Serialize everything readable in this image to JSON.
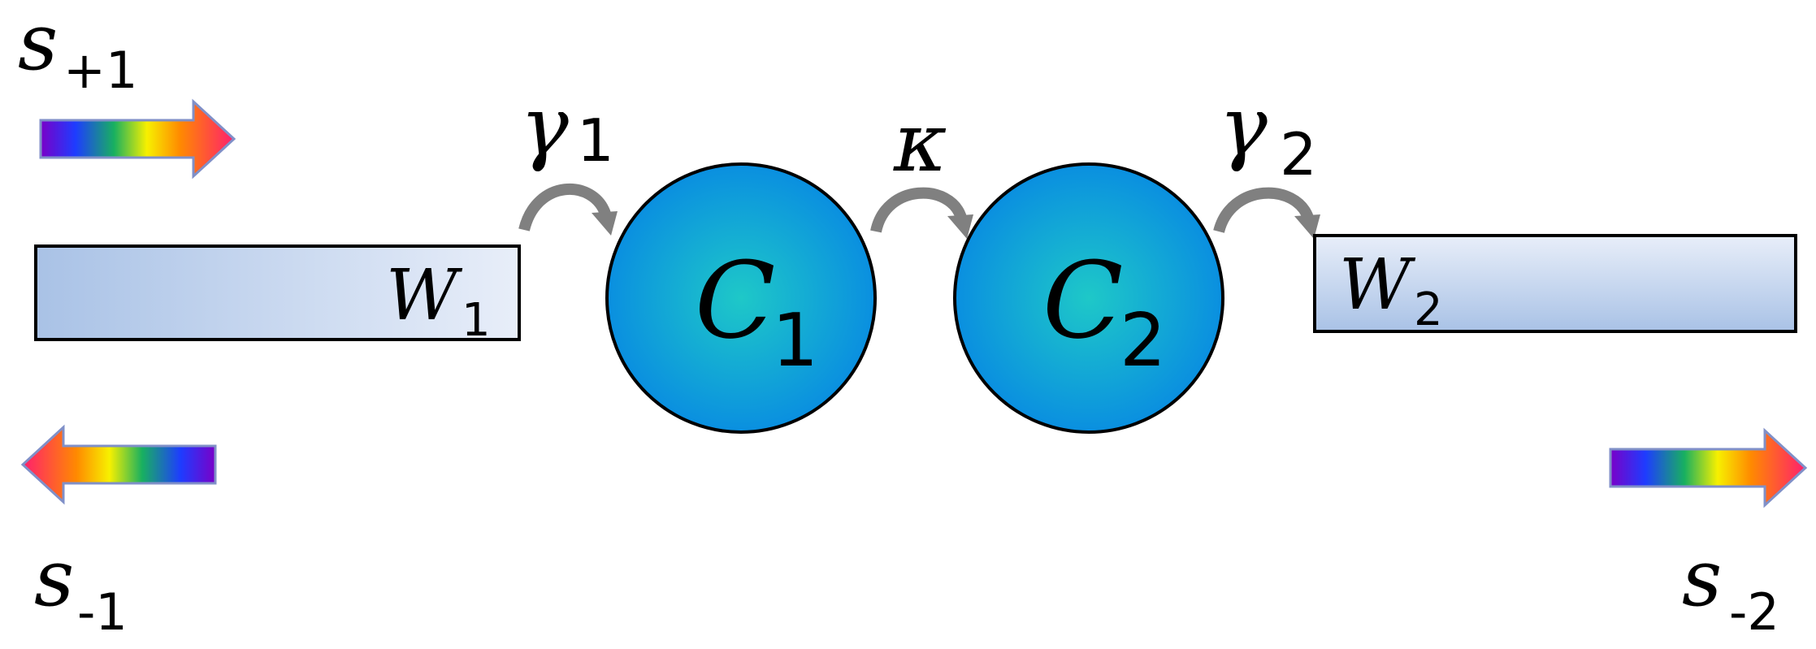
{
  "labels": {
    "input_left": {
      "symbol": "s",
      "subscript": "+1"
    },
    "output_left": {
      "symbol": "s",
      "subscript": "-1"
    },
    "output_right": {
      "symbol": "s",
      "subscript": "-2"
    },
    "gamma1": {
      "symbol": "γ",
      "subscript": "1"
    },
    "kappa": {
      "symbol": "κ"
    },
    "gamma2": {
      "symbol": "γ",
      "subscript": "2"
    },
    "waveguide1": {
      "symbol": "W",
      "subscript": "1"
    },
    "waveguide2": {
      "symbol": "W",
      "subscript": "2"
    },
    "cavity1": {
      "symbol": "C",
      "subscript": "1"
    },
    "cavity2": {
      "symbol": "C",
      "subscript": "2"
    }
  },
  "colors": {
    "waveguide_fill_dark": "#a9c2e6",
    "waveguide_fill_light": "#e8eef9",
    "cavity_center": "#1ec8c8",
    "cavity_edge": "#0a8fe0",
    "coupling_arrow": "#808080",
    "outline": "#000000"
  },
  "icons": {
    "incoming_arrow": "rainbow-arrow-right-icon",
    "reflected_arrow": "rainbow-arrow-left-icon",
    "transmitted_arrow": "rainbow-arrow-right-icon",
    "coupling": "curved-arrow-icon"
  }
}
